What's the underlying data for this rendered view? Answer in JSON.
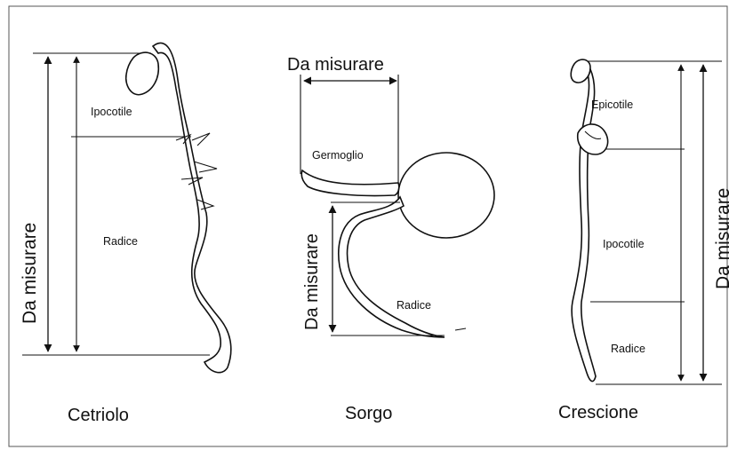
{
  "panels": [
    {
      "caption": "Cetriolo",
      "measure_label": "Da misurare",
      "segments": [
        "Ipocotile",
        "Radice"
      ]
    },
    {
      "caption": "Sorgo",
      "measure_label_top": "Da misurare",
      "measure_label_side": "Da misurare",
      "segments": [
        "Germoglio",
        "Radice"
      ]
    },
    {
      "caption": "Crescione",
      "measure_label": "Da misurare",
      "segments": [
        "Epicotile",
        "Ipocotile",
        "Radice"
      ]
    }
  ]
}
